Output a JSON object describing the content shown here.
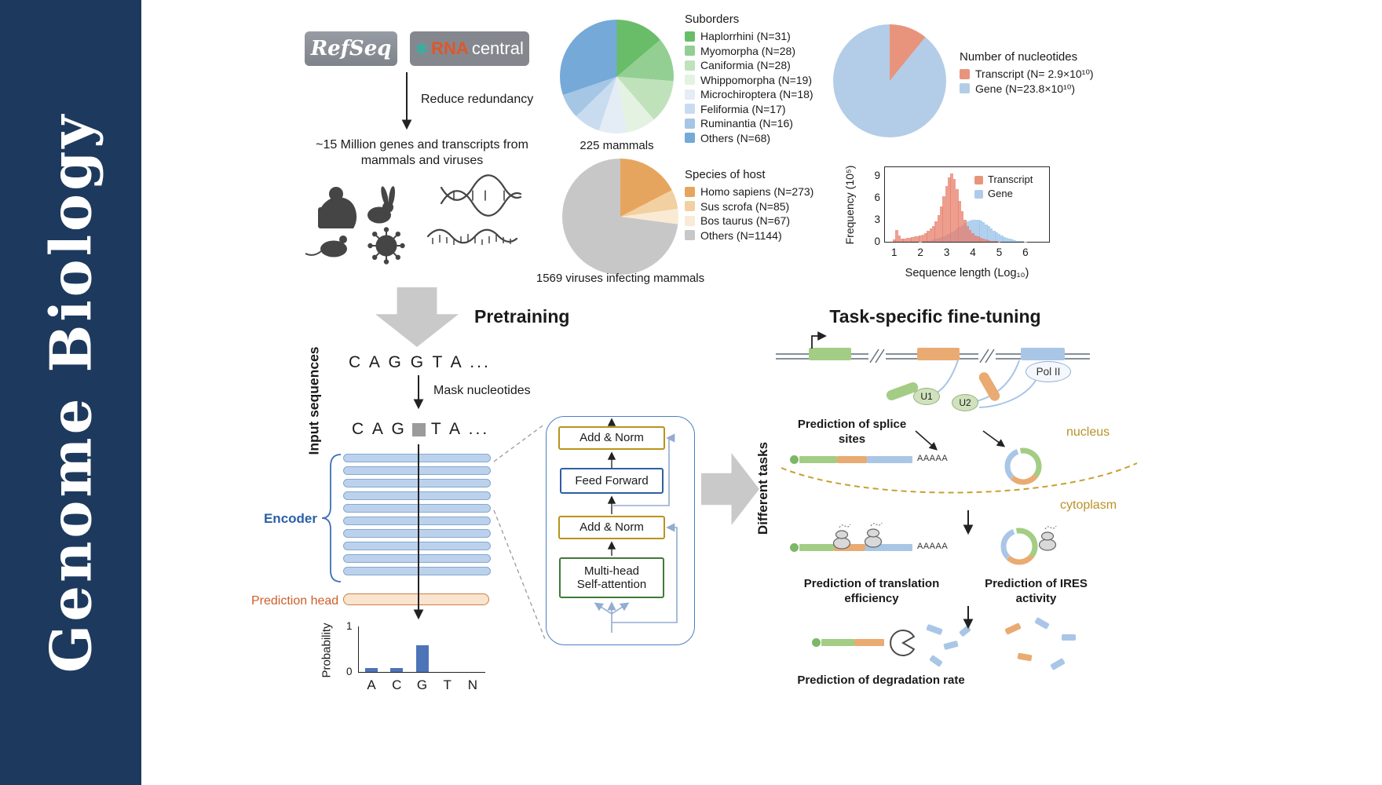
{
  "journal": "Genome Biology",
  "logos": {
    "refseq": "RefSeq",
    "rna_prefix": "RNA",
    "rna_suffix": "central"
  },
  "pipeline": {
    "reduce_redundancy": "Reduce redundancy",
    "dataset": "~15 Million genes and transcripts from\nmammals and viruses"
  },
  "pretraining": {
    "title": "Pretraining",
    "input_sequences": "Input sequences",
    "sequence_unmasked": "C A G G T A ...",
    "mask_label": "Mask nucleotides",
    "sequence_masked_left": "C A G",
    "sequence_masked_right": "T A ...",
    "encoder_label": "Encoder",
    "encoder_layers": 10,
    "prediction_head_label": "Prediction head"
  },
  "transformer": {
    "add_norm_top": "Add & Norm",
    "feed_forward": "Feed Forward",
    "add_norm_bottom": "Add & Norm",
    "multi_head": "Multi-head\nSelf-attention"
  },
  "finetuning": {
    "title": "Task-specific fine-tuning",
    "different_tasks": "Different tasks",
    "pol_ii": "Pol II",
    "u1": "U1",
    "u2": "U2",
    "splice_label": "Prediction of splice sites",
    "nucleus": "nucleus",
    "cytoplasm": "cytoplasm",
    "poly_a": "AAAAA",
    "translation_label": "Prediction of translation efficiency",
    "ires_label": "Prediction of IRES activity",
    "degradation_label": "Prediction of degradation rate"
  },
  "colors": {
    "sidebar_navy": "#1d3a5e",
    "encoder_blue": "#2a5fa8",
    "prediction_orange": "#cc5f2b",
    "compartment_gold": "#b8922a",
    "exon_green": "#a3cd85",
    "exon_orange": "#e9ab72",
    "exon_blue": "#a9c6e6",
    "transcript_salmon": "#e8947d",
    "gene_blue": "#aecbe8"
  },
  "chart_data": [
    {
      "id": "mammals_pie",
      "type": "pie",
      "title": "Suborders",
      "caption": "225 mammals",
      "labels": [
        "Haplorrhini (N=31)",
        "Myomorpha (N=28)",
        "Caniformia (N=28)",
        "Whippomorpha (N=19)",
        "Microchiroptera (N=18)",
        "Feliformia (N=17)",
        "Ruminantia (N=16)",
        "Others (N=68)"
      ],
      "values": [
        31,
        28,
        28,
        19,
        18,
        17,
        16,
        68
      ],
      "colors": [
        "#69bd69",
        "#93cf93",
        "#bfe2bb",
        "#e4f2e2",
        "#e4edf6",
        "#c9dcef",
        "#a5c6e5",
        "#74a9d8"
      ]
    },
    {
      "id": "viruses_pie",
      "type": "pie",
      "title": "Species of host",
      "caption": "1569 viruses infecting mammals",
      "labels": [
        "Homo sapiens (N=273)",
        "Sus scrofa (N=85)",
        "Bos taurus (N=67)",
        "Others (N=1144)"
      ],
      "values": [
        273,
        85,
        67,
        1144
      ],
      "colors": [
        "#e6a55e",
        "#f2d0a2",
        "#f9ead4",
        "#c7c7c7"
      ]
    },
    {
      "id": "nucleotides_pie",
      "type": "pie",
      "title": "Number of nucleotides",
      "labels": [
        "Transcript (N= 2.9×10¹⁰)",
        "Gene (N=23.8×10¹⁰)"
      ],
      "values": [
        2.9,
        23.8
      ],
      "colors": [
        "#e8947d",
        "#b3cde8"
      ]
    },
    {
      "id": "length_histogram",
      "type": "area",
      "xlabel": "Sequence length (Log₁₀)",
      "ylabel": "Frequency (10⁵)",
      "x0": 1.0,
      "step": 0.1,
      "xmin": 0.65,
      "xmax": 6.9,
      "ymax": 10.2,
      "yticks": [
        0,
        3,
        6,
        9
      ],
      "xticks": [
        1,
        2,
        3,
        4,
        5,
        6
      ],
      "legend": {
        "labels": [
          "Transcript",
          "Gene"
        ],
        "colors": [
          "#e8947d",
          "#aecbe8"
        ]
      },
      "series": [
        {
          "name": "Gene",
          "color": "rgba(158,196,232,0.8)",
          "values": [
            0,
            0,
            0,
            0,
            0,
            0,
            0,
            0,
            0,
            0,
            0.05,
            0.08,
            0.1,
            0.15,
            0.2,
            0.3,
            0.4,
            0.5,
            0.65,
            0.8,
            0.95,
            1.1,
            1.3,
            1.55,
            1.8,
            2.05,
            2.3,
            2.55,
            2.75,
            2.9,
            3.0,
            3.05,
            3.0,
            2.85,
            2.65,
            2.4,
            2.15,
            1.85,
            1.55,
            1.3,
            1.05,
            0.85,
            0.65,
            0.5,
            0.4,
            0.3,
            0.22,
            0.16,
            0.12,
            0.08,
            0.05
          ]
        },
        {
          "name": "Transcript",
          "color": "rgba(231,126,105,0.75)",
          "values": [
            0.3,
            1.6,
            0.9,
            0.4,
            0.45,
            0.5,
            0.55,
            0.6,
            0.7,
            0.8,
            0.9,
            1.0,
            1.2,
            1.5,
            1.8,
            2.2,
            2.8,
            3.6,
            4.8,
            6.2,
            7.6,
            8.8,
            9.3,
            8.6,
            7.2,
            5.6,
            4.2,
            3.0,
            2.2,
            1.6,
            1.2,
            0.9,
            0.7,
            0.5,
            0.4,
            0.3,
            0.22,
            0.16,
            0.1,
            0.06,
            0.03
          ]
        }
      ]
    },
    {
      "id": "masked_probability",
      "type": "bar",
      "ylabel": "Probability",
      "categories": [
        "A",
        "C",
        "G",
        "T",
        "N"
      ],
      "values": [
        0.09,
        0.09,
        0.62,
        0,
        0
      ],
      "ylim": [
        0,
        1
      ],
      "yticks": [
        0,
        1
      ],
      "color": "#4d74b8"
    }
  ]
}
